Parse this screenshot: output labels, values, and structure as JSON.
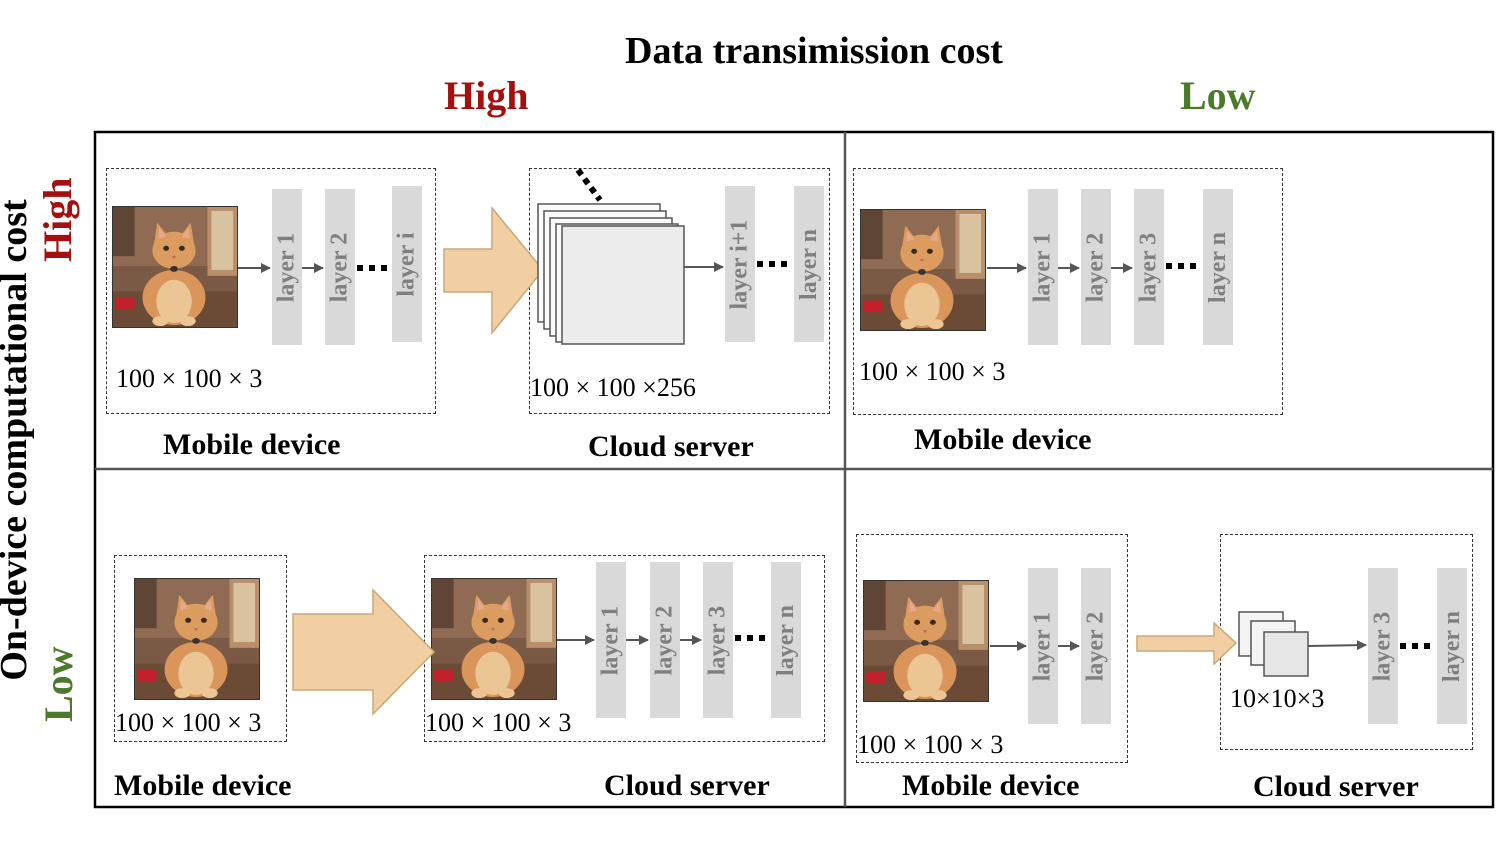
{
  "title": "Data transimission cost",
  "columns": {
    "high": "High",
    "low": "Low"
  },
  "y_axis": {
    "label": "On-device computational cost",
    "high": "High",
    "low": "Low"
  },
  "quadrants": {
    "q1": {
      "mobile_dims": "100 × 100 × 3",
      "mobile_layers": [
        "layer 1",
        "layer 2",
        "layer i"
      ],
      "cloud_dims": "100 × 100 ×256",
      "cloud_layers": [
        "layer i+1",
        "layer n"
      ],
      "mobile_caption": "Mobile device",
      "cloud_caption": "Cloud server"
    },
    "q2": {
      "mobile_dims": "100 × 100 × 3",
      "mobile_layers": [
        "layer 1",
        "layer 2",
        "layer 3",
        "layer n"
      ],
      "mobile_caption": "Mobile device"
    },
    "q3": {
      "mobile_dims": "100 × 100 × 3",
      "cloud_dims": "100 × 100 × 3",
      "cloud_layers": [
        "layer 1",
        "layer 2",
        "layer 3",
        "layer n"
      ],
      "mobile_caption": "Mobile device",
      "cloud_caption": "Cloud server"
    },
    "q4": {
      "mobile_dims": "100 × 100 × 3",
      "mobile_layers": [
        "layer 1",
        "layer 2"
      ],
      "cloud_dims": "10×10×3",
      "cloud_layers": [
        "layer 3",
        "layer n"
      ],
      "mobile_caption": "Mobile device",
      "cloud_caption": "Cloud server"
    }
  },
  "colors": {
    "high": "#a50f0f",
    "low": "#4b7a2a",
    "arrow_fill": "#f2cfa3",
    "layer_fill": "#d9d9d9",
    "layer_text": "#7f7f7f"
  },
  "icons": {
    "input_image": "cat-photo"
  }
}
